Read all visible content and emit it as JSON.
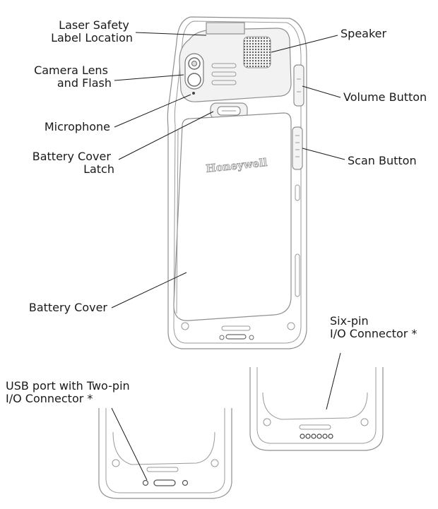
{
  "brand": "Honeywell",
  "callouts": {
    "laser_safety": [
      "Laser Safety",
      "Label Location"
    ],
    "speaker": [
      "Speaker"
    ],
    "camera": [
      "Camera Lens",
      "and Flash"
    ],
    "volume": [
      "Volume Button"
    ],
    "microphone": [
      "Microphone"
    ],
    "scan": [
      "Scan Button"
    ],
    "latch": [
      "Battery Cover",
      "Latch"
    ],
    "battery_cover": [
      "Battery Cover"
    ],
    "six_pin": [
      "Six-pin",
      "I/O Connector *"
    ],
    "usb_port": [
      "USB port with Two-pin",
      "I/O Connector *"
    ]
  }
}
